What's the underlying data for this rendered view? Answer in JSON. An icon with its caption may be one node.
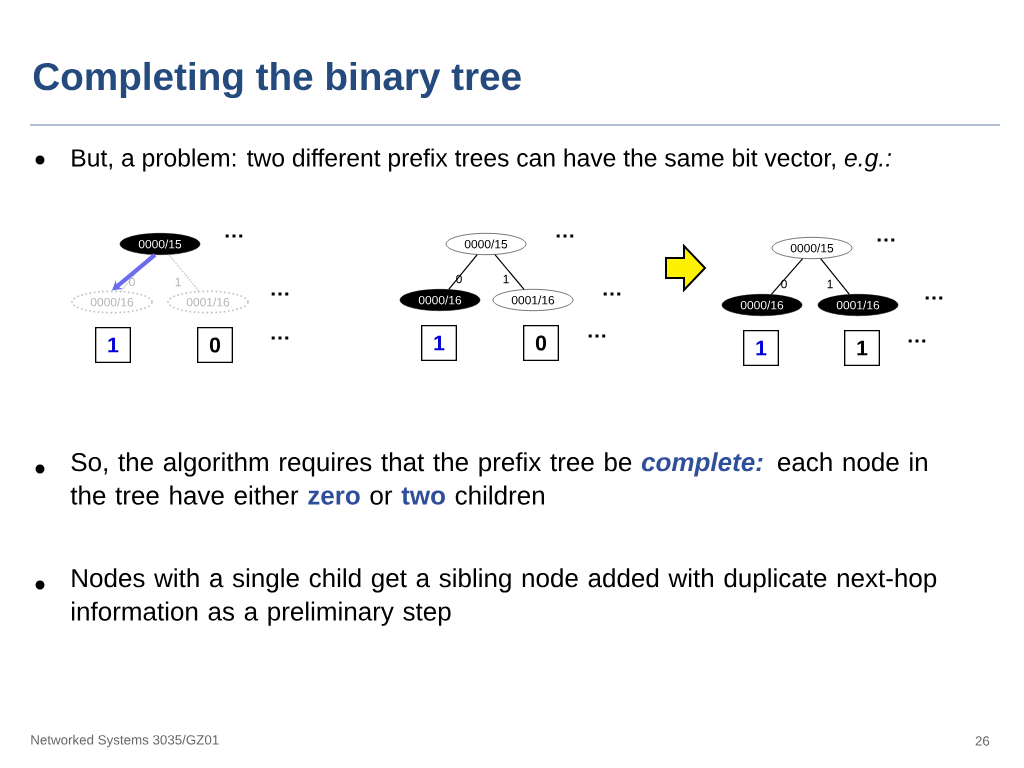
{
  "diagram": {
    "title": "Completing the binary tree",
    "nodes": [
      {
        "text": [
          "0000/15"
        ]
      },
      {
        "text": [
          "0000/16"
        ]
      },
      {
        "text": [
          "0001/16"
        ]
      },
      {
        "text": [
          "1"
        ]
      },
      {
        "text": [
          "0"
        ]
      },
      {
        "text": [
          "0000/15"
        ]
      },
      {
        "text": [
          "0000/16"
        ]
      },
      {
        "text": [
          "0001/16"
        ]
      },
      {
        "text": [
          "1"
        ]
      },
      {
        "text": [
          "0"
        ]
      },
      {
        "text": [
          "0000/15"
        ]
      },
      {
        "text": [
          "0000/16"
        ]
      },
      {
        "text": [
          "0001/16"
        ]
      },
      {
        "text": [
          "1"
        ]
      },
      {
        "text": [
          "1"
        ]
      }
    ],
    "edges": [
      {
        "from": 0,
        "to": 1,
        "arrow": "none",
        "label": "0",
        "style": "dashed",
        "color": "#c0c0c0"
      },
      {
        "from": 0,
        "to": 2,
        "arrow": "none",
        "label": "1",
        "style": "dashed",
        "color": "#c0c0c0"
      },
      {
        "from": 0,
        "to": 1,
        "arrow": "to",
        "style": "thick",
        "color": "#6b6bef"
      },
      {
        "from": 5,
        "to": 6,
        "arrow": "none",
        "label": "0"
      },
      {
        "from": 5,
        "to": 7,
        "arrow": "none",
        "label": "1"
      },
      {
        "from": 10,
        "to": 11,
        "arrow": "none",
        "label": "0"
      },
      {
        "from": 10,
        "to": 12,
        "arrow": "none",
        "label": "1"
      }
    ],
    "labels": [
      "But, a problem: two different prefix trees can have the same bit vector, *e.g.:*",
      "…",
      "…",
      "…",
      "…",
      "…",
      "…",
      "…",
      "…",
      "…",
      "So, the algorithm requires that the prefix tree be *complete:* each node in the tree have either **zero** or **two** children",
      "Nodes with a single child get a sibling node added with duplicate next-hop information as a preliminary step",
      "Networked Systems 3035/GZ01",
      "26"
    ]
  }
}
